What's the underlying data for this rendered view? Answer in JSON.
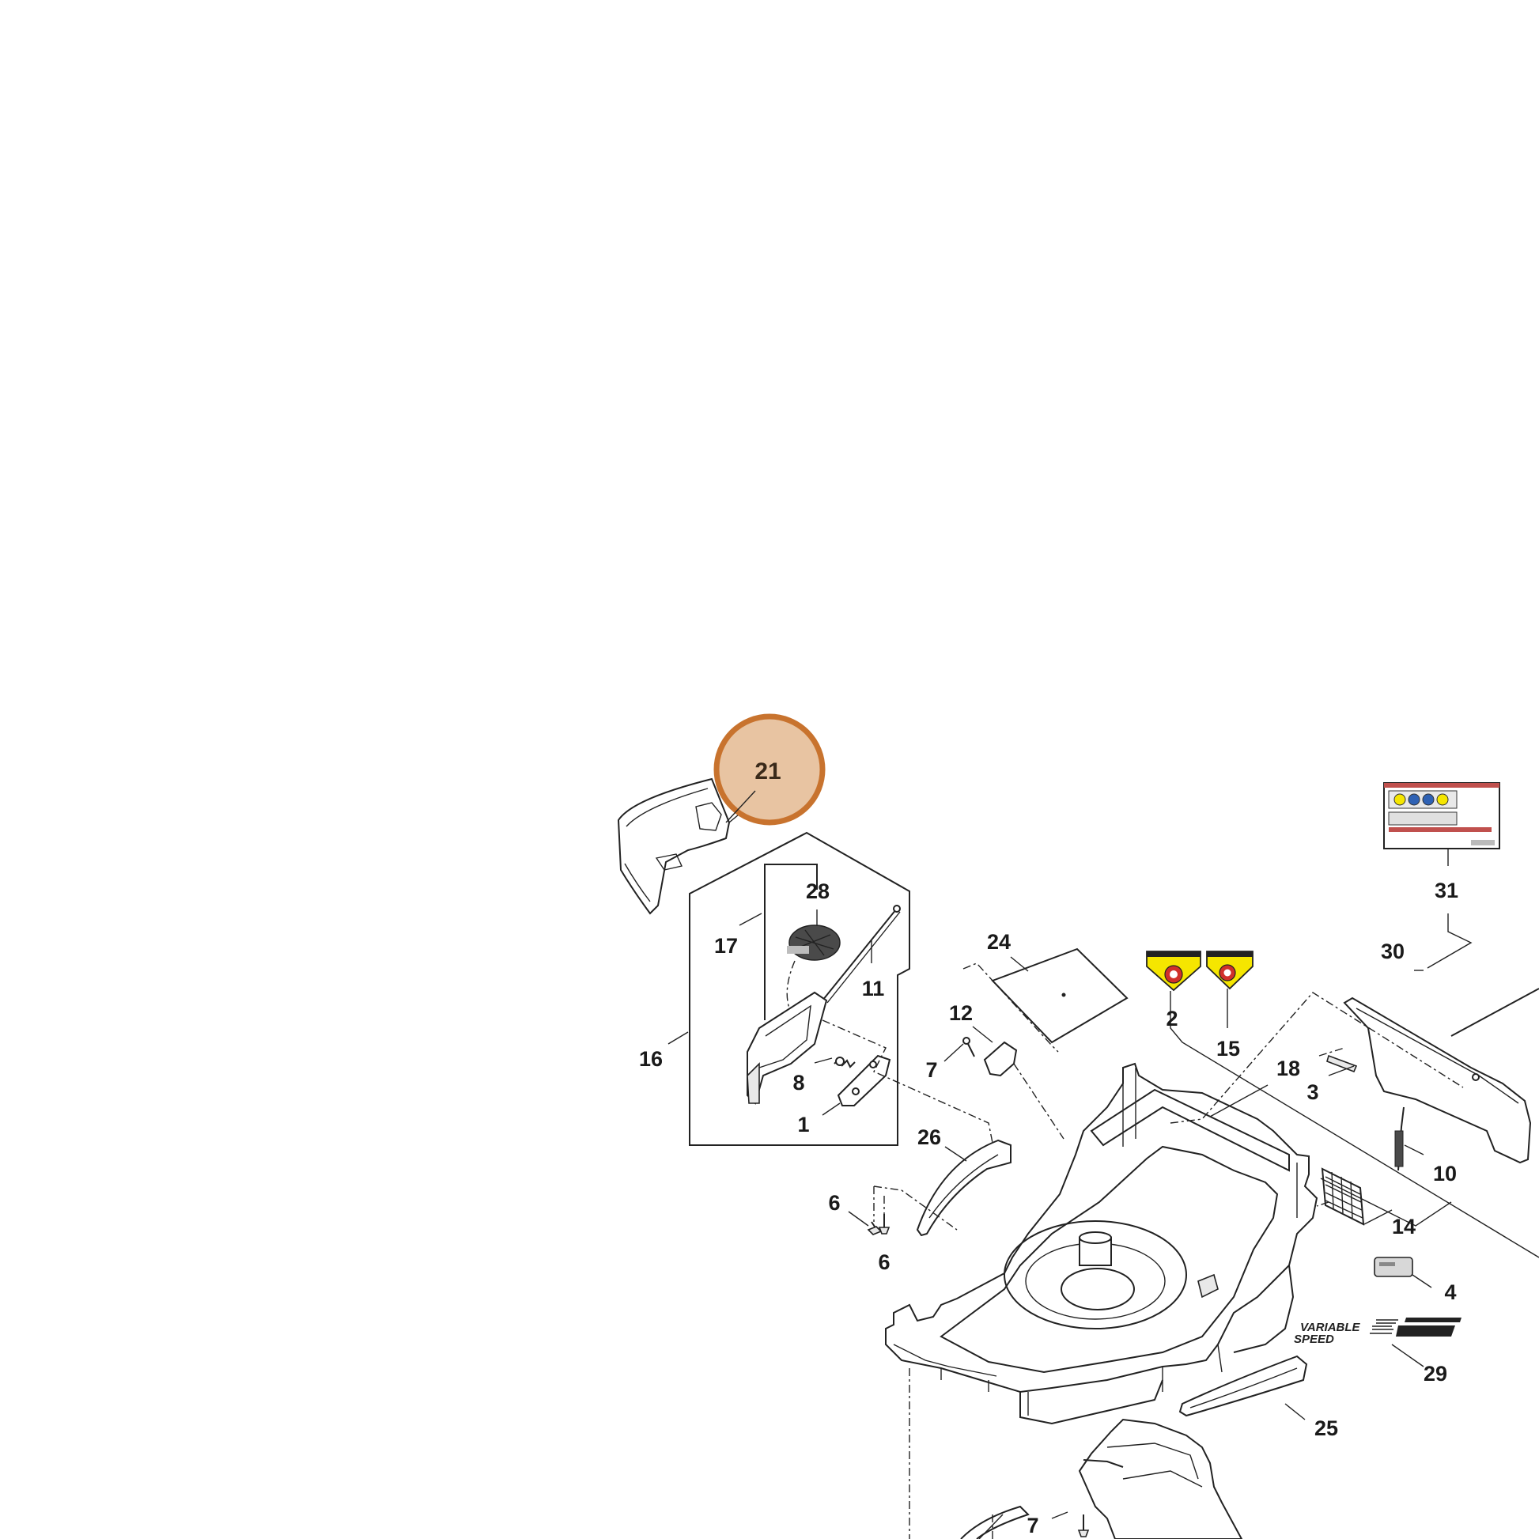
{
  "parts": [
    {
      "id": "p21",
      "label": "21"
    },
    {
      "id": "p28",
      "label": "28"
    },
    {
      "id": "p17",
      "label": "17"
    },
    {
      "id": "p11",
      "label": "11"
    },
    {
      "id": "p16",
      "label": "16"
    },
    {
      "id": "p8",
      "label": "8"
    },
    {
      "id": "p1",
      "label": "1"
    },
    {
      "id": "p24",
      "label": "24"
    },
    {
      "id": "p12",
      "label": "12"
    },
    {
      "id": "p7a",
      "label": "7"
    },
    {
      "id": "p26",
      "label": "26"
    },
    {
      "id": "p6a",
      "label": "6"
    },
    {
      "id": "p6b",
      "label": "6"
    },
    {
      "id": "p2",
      "label": "2"
    },
    {
      "id": "p15",
      "label": "15"
    },
    {
      "id": "p18",
      "label": "18"
    },
    {
      "id": "p3",
      "label": "3"
    },
    {
      "id": "p31",
      "label": "31"
    },
    {
      "id": "p30",
      "label": "30"
    },
    {
      "id": "p10",
      "label": "10"
    },
    {
      "id": "p14",
      "label": "14"
    },
    {
      "id": "p4",
      "label": "4"
    },
    {
      "id": "p29",
      "label": "29"
    },
    {
      "id": "p25",
      "label": "25"
    },
    {
      "id": "p7b",
      "label": "7"
    }
  ],
  "highlight": {
    "label": "21",
    "fill": "#e8c4a2",
    "stroke": "#c8732e"
  },
  "decal": {
    "line1": "VARIABLE",
    "line2": "SPEED"
  },
  "colors": {
    "warning_yellow": "#f5e600",
    "warning_red": "#d0302a",
    "ink": "#222222"
  }
}
